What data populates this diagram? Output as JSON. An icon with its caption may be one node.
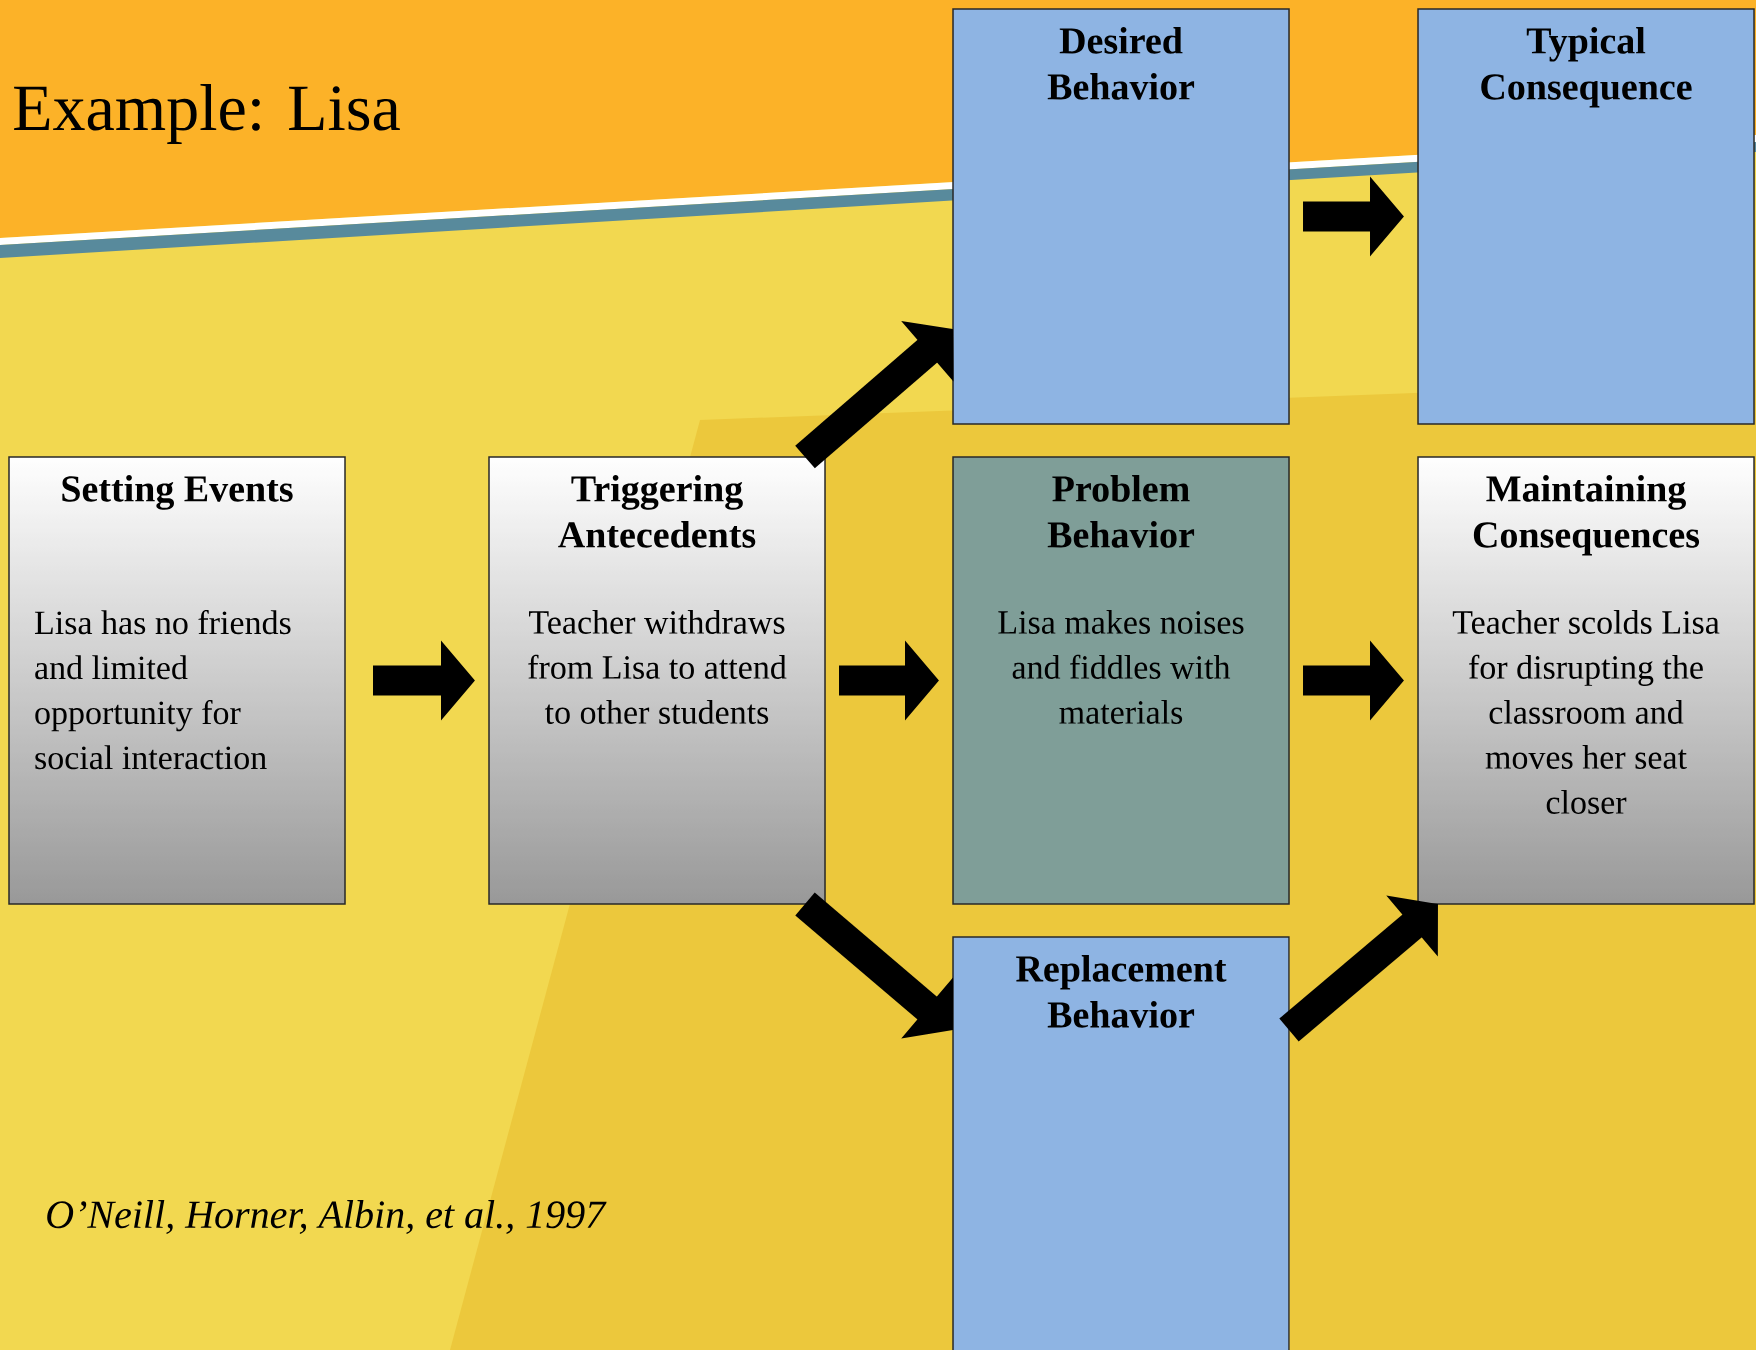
{
  "diagram": {
    "title": "Example: Lisa",
    "nodes": [
      {
        "text": [
          "Setting Events",
          "Lisa has no friends and limited opportunity for social interaction"
        ]
      },
      {
        "text": [
          "Triggering Antecedents",
          "Teacher withdraws from Lisa to attend to other students"
        ]
      },
      {
        "text": [
          "Problem Behavior",
          "Lisa makes noises and fiddles with materials"
        ]
      },
      {
        "text": [
          "Maintaining Consequences",
          "Teacher scolds Lisa for disrupting the classroom and moves her seat closer"
        ]
      },
      {
        "text": [
          "Desired Behavior"
        ]
      },
      {
        "text": [
          "Typical Consequence"
        ]
      },
      {
        "text": [
          "Replacement Behavior"
        ]
      }
    ],
    "edges": [
      {
        "from": 0,
        "to": 1,
        "arrow": "to"
      },
      {
        "from": 1,
        "to": 2,
        "arrow": "to"
      },
      {
        "from": 2,
        "to": 3,
        "arrow": "to"
      },
      {
        "from": 1,
        "to": 4,
        "arrow": "to"
      },
      {
        "from": 4,
        "to": 5,
        "arrow": "to"
      },
      {
        "from": 1,
        "to": 6,
        "arrow": "to"
      },
      {
        "from": 6,
        "to": 3,
        "arrow": "to"
      }
    ],
    "labels": [
      "*O’Neill, Horner, Albin, et al., 1997*"
    ]
  }
}
